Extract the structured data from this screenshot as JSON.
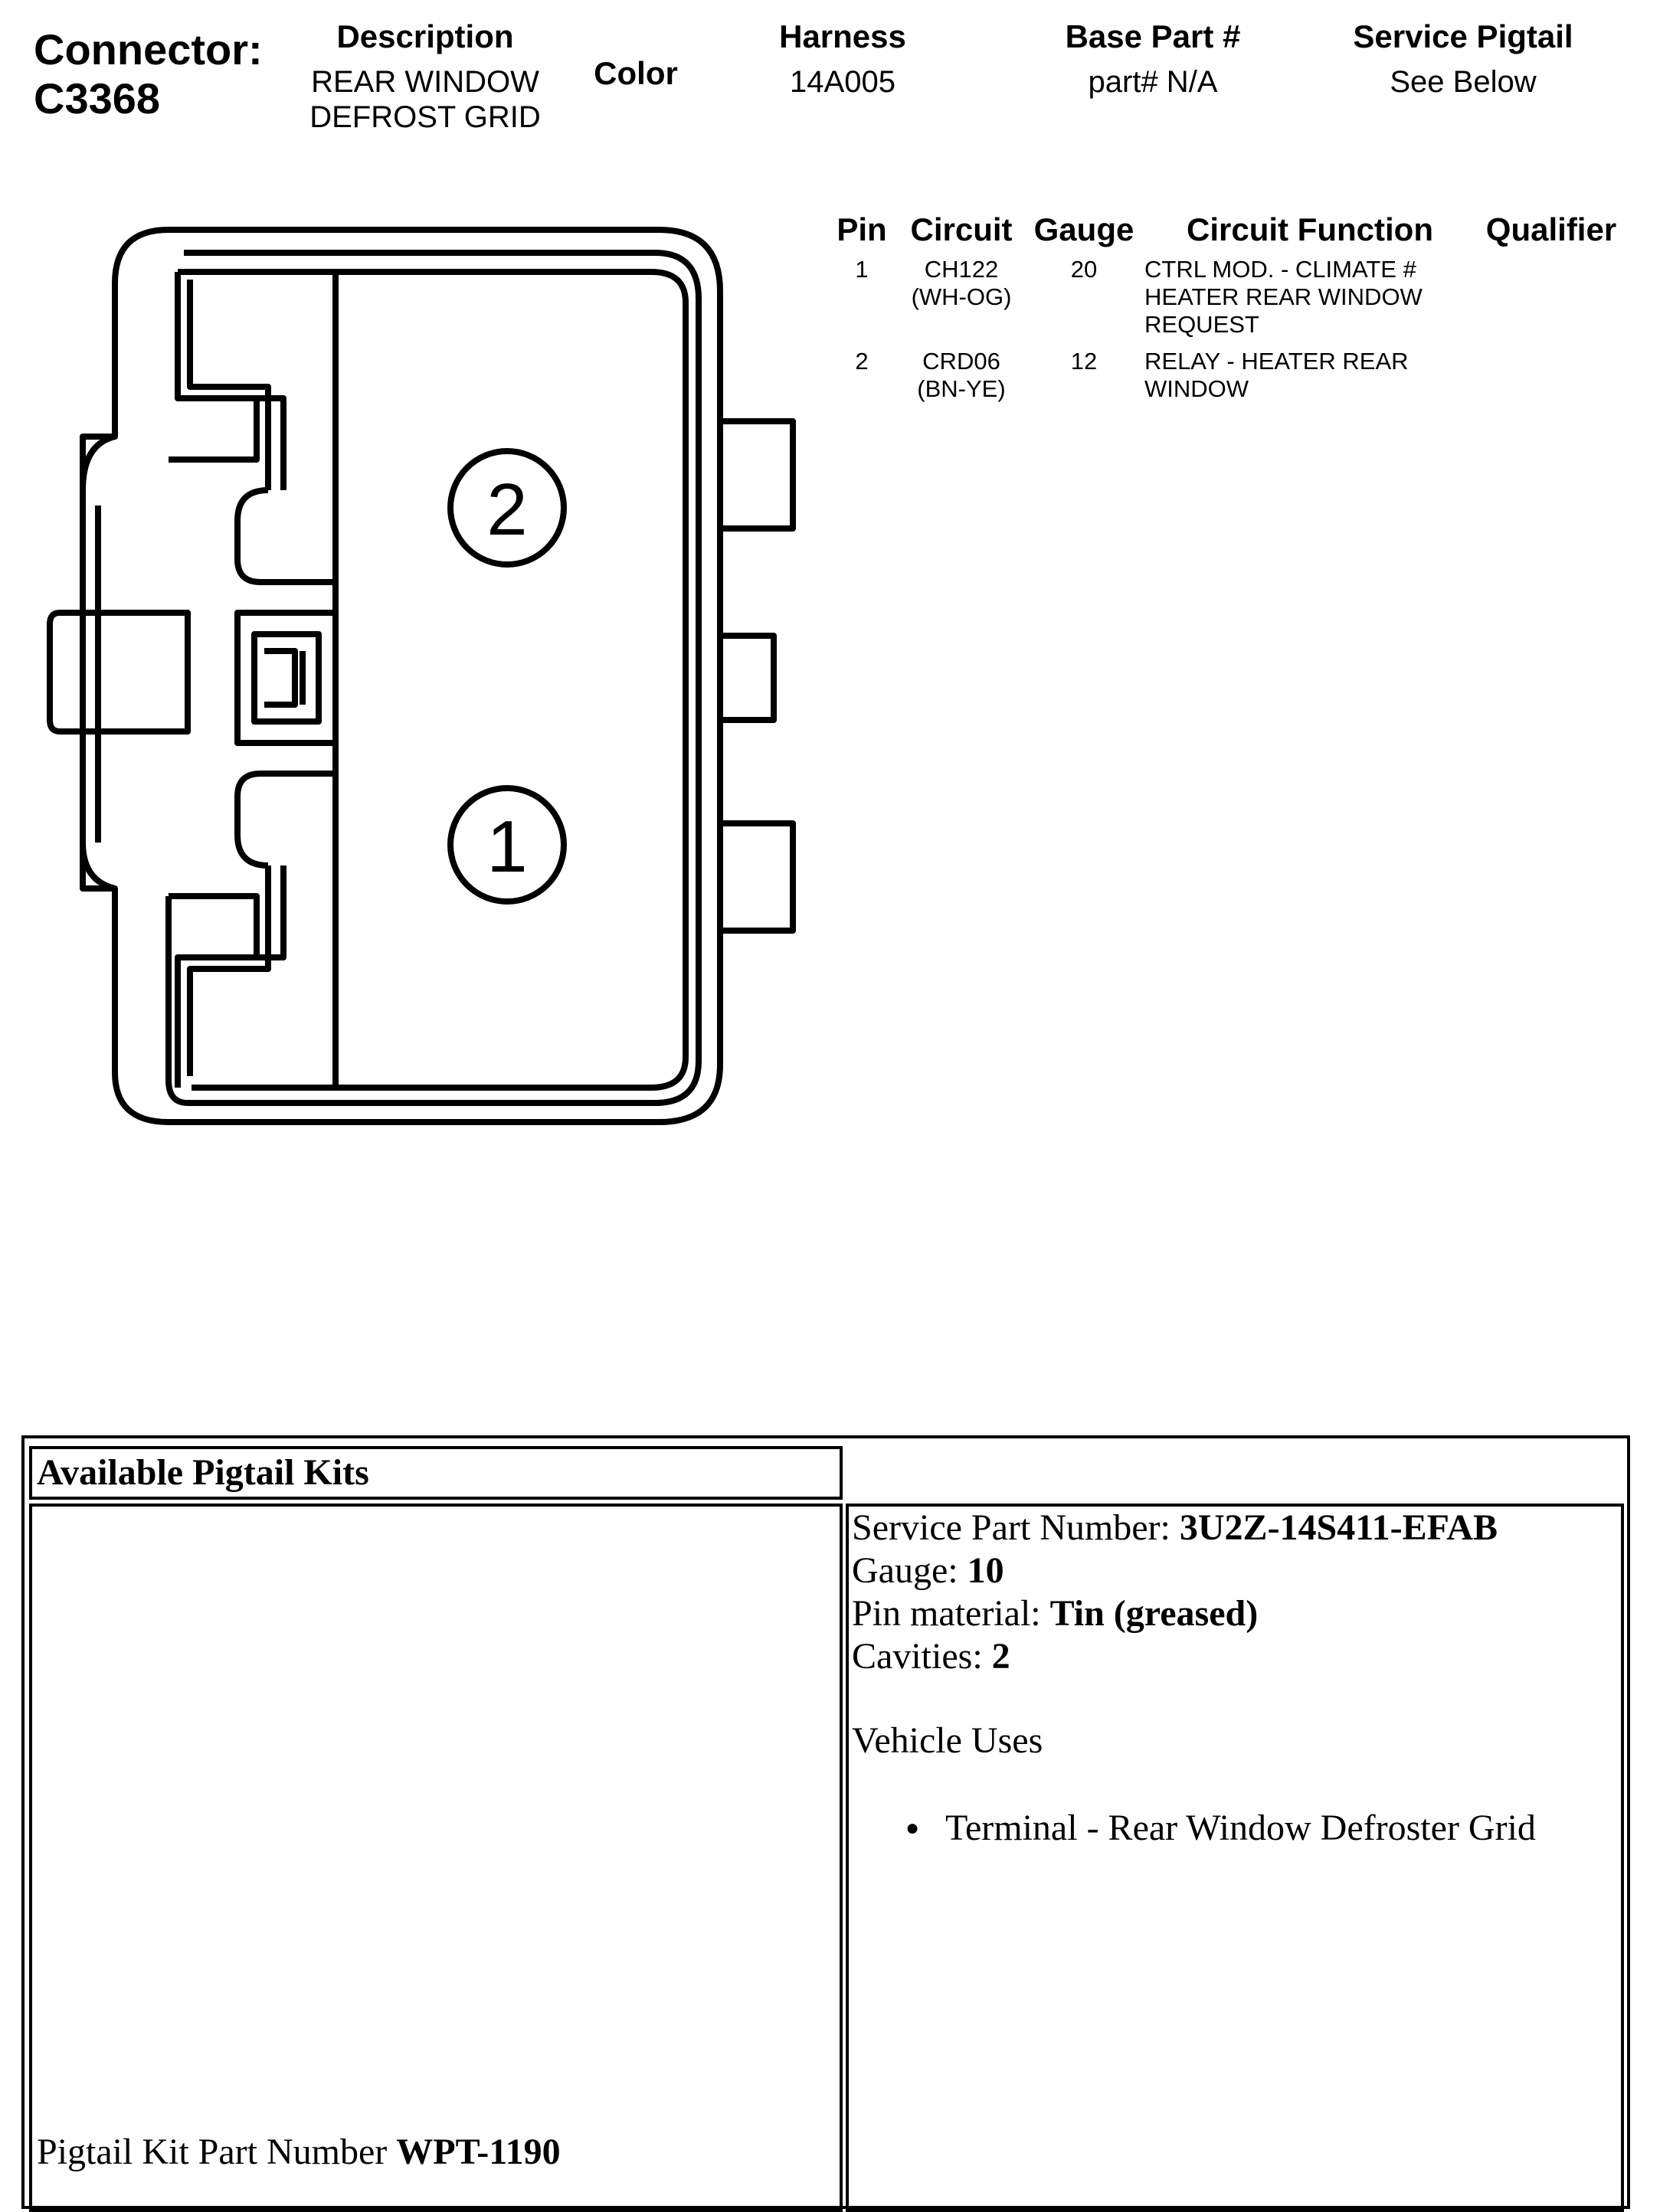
{
  "header": {
    "connector_label": "Connector:",
    "connector_id": "C3368",
    "description_label": "Description",
    "description_value": [
      "REAR WINDOW",
      "DEFROST GRID"
    ],
    "color_label": "Color",
    "harness_label": "Harness",
    "harness_value": "14A005",
    "base_part_label": "Base Part #",
    "base_part_value": "part# N/A",
    "service_pigtail_label": "Service Pigtail",
    "service_pigtail_value": "See Below"
  },
  "connector_diagram": {
    "pin_labels": [
      "2",
      "1"
    ]
  },
  "pin_table": {
    "headers": {
      "pin": "Pin",
      "circuit": "Circuit",
      "gauge": "Gauge",
      "function": "Circuit Function",
      "qualifier": "Qualifier"
    },
    "rows": [
      {
        "pin": "1",
        "circuit": [
          "CH122",
          "(WH-OG)"
        ],
        "gauge": "20",
        "function": [
          "CTRL MOD. - CLIMATE #",
          "HEATER REAR WINDOW",
          "REQUEST"
        ],
        "qualifier": ""
      },
      {
        "pin": "2",
        "circuit": [
          "CRD06",
          "(BN-YE)"
        ],
        "gauge": "12",
        "function": [
          "RELAY - HEATER REAR",
          "WINDOW"
        ],
        "qualifier": ""
      }
    ]
  },
  "pigtail": {
    "title": "Available Pigtail Kits",
    "service_part_label": "Service Part Number: ",
    "service_part_value": "3U2Z-14S411-EFAB",
    "gauge_label": "Gauge: ",
    "gauge_value": "10",
    "pin_material_label": "Pin material: ",
    "pin_material_value": "Tin (greased)",
    "cavities_label": "Cavities: ",
    "cavities_value": "2",
    "vehicle_uses_label": "Vehicle Uses",
    "vehicle_uses": [
      "Terminal - Rear Window Defroster Grid"
    ],
    "kit_part_label": "Pigtail Kit Part Number ",
    "kit_part_value": "WPT-1190"
  }
}
